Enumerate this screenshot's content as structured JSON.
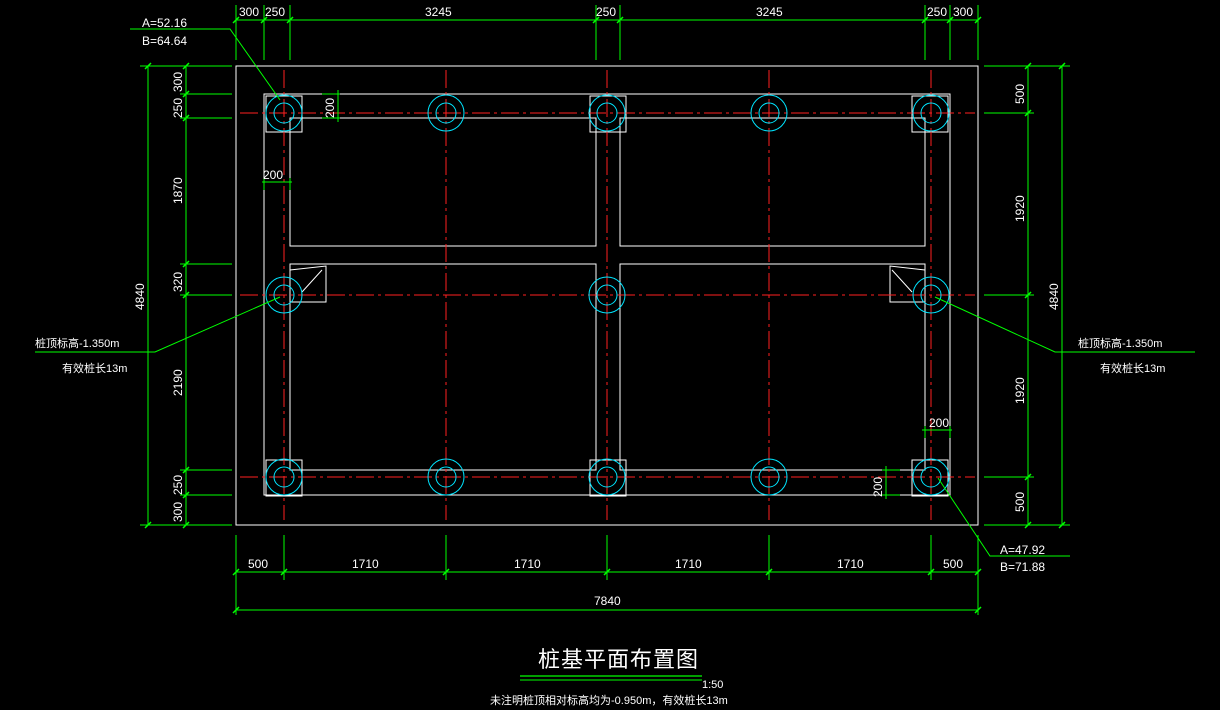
{
  "drawing": {
    "title": "桩基平面布置图",
    "scale": "1:50",
    "footnote": "未注明桩顶相对标高均为-0.950m，有效桩长13m"
  },
  "colors": {
    "background": "#000000",
    "dimension": "#00ff00",
    "outline": "#ffffff",
    "axis": "#ff2020",
    "pile": "#00e5ff",
    "text": "#ffffff"
  },
  "dims": {
    "top": [
      "300",
      "250",
      "3245",
      "250",
      "3245",
      "250",
      "300"
    ],
    "bottom": [
      "500",
      "1710",
      "1710",
      "1710",
      "1710",
      "500"
    ],
    "bottom_total": "7840",
    "left": [
      "300",
      "250",
      "1870",
      "320",
      "2190",
      "250",
      "300"
    ],
    "left_total": "4840",
    "right": [
      "500",
      "1920",
      "1920",
      "500"
    ],
    "right_total": "4840",
    "small": "200"
  },
  "callouts": {
    "top_left_a": "A=52.16",
    "top_left_b": "B=64.64",
    "bottom_right_a": "A=47.92",
    "bottom_right_b": "B=71.88",
    "pile_top_elev": "桩顶标高-1.350m",
    "pile_length": "有效桩长13m"
  }
}
